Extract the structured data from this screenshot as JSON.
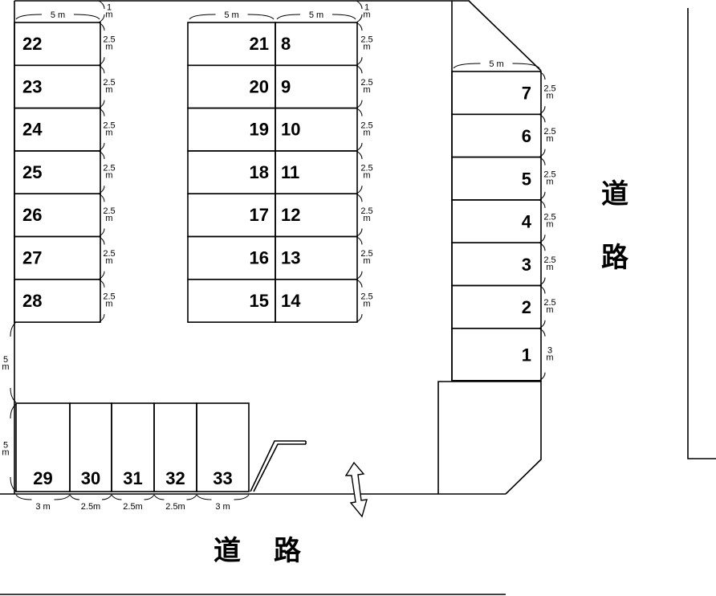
{
  "roads": {
    "right_char1": "道",
    "right_char2": "路",
    "bottom_char1": "道",
    "bottom_char2": "路"
  },
  "left_column": {
    "spaces": [
      "22",
      "23",
      "24",
      "25",
      "26",
      "27",
      "28"
    ],
    "width_label": "5 m",
    "top_gap_label": "1\nm",
    "space_label": "2.5\nm"
  },
  "middle_left": {
    "spaces": [
      "21",
      "20",
      "19",
      "18",
      "17",
      "16",
      "15"
    ],
    "width_label": "5 m"
  },
  "middle_right": {
    "spaces": [
      "8",
      "9",
      "10",
      "11",
      "12",
      "13",
      "14"
    ],
    "width_label": "5 m",
    "top_gap_label": "1\nm",
    "space_label": "2.5\nm"
  },
  "right_column": {
    "spaces": [
      "7",
      "6",
      "5",
      "4",
      "3",
      "2",
      "1"
    ],
    "width_label": "5 m",
    "space_label": "2.5\nm",
    "last_space_label": "3\nm"
  },
  "bottom_row": {
    "spaces": [
      "29",
      "30",
      "31",
      "32",
      "33"
    ],
    "width_labels": [
      "3 m",
      "2.5m",
      "2.5m",
      "2.5m",
      "3 m"
    ]
  },
  "left_side": {
    "aisle_label": "5\nm",
    "bottom_depth_label": "5\nm"
  }
}
